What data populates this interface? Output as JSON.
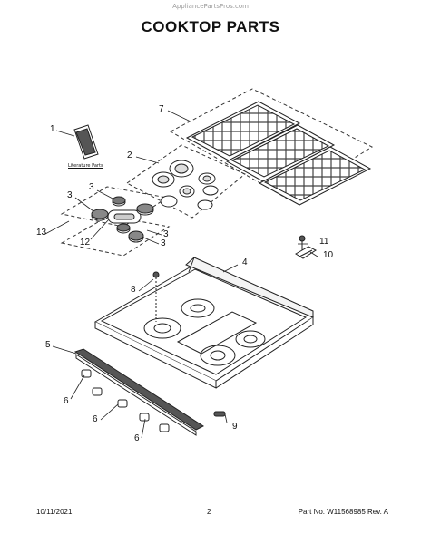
{
  "header": {
    "watermark": "AppliancePartsPros.com",
    "title": "COOKTOP PARTS"
  },
  "literature_label": "Literature Parts",
  "callouts": {
    "c1": "1",
    "c2": "2",
    "c3a": "3",
    "c3b": "3",
    "c3c": "3",
    "c3d": "3",
    "c4": "4",
    "c5": "5",
    "c6a": "6",
    "c6b": "6",
    "c6c": "6",
    "c7": "7",
    "c8": "8",
    "c9": "9",
    "c10": "10",
    "c11": "11",
    "c12": "12",
    "c13": "13"
  },
  "footer": {
    "date": "10/11/2021",
    "page": "2",
    "part": "Part No. W11568985  Rev. A"
  }
}
